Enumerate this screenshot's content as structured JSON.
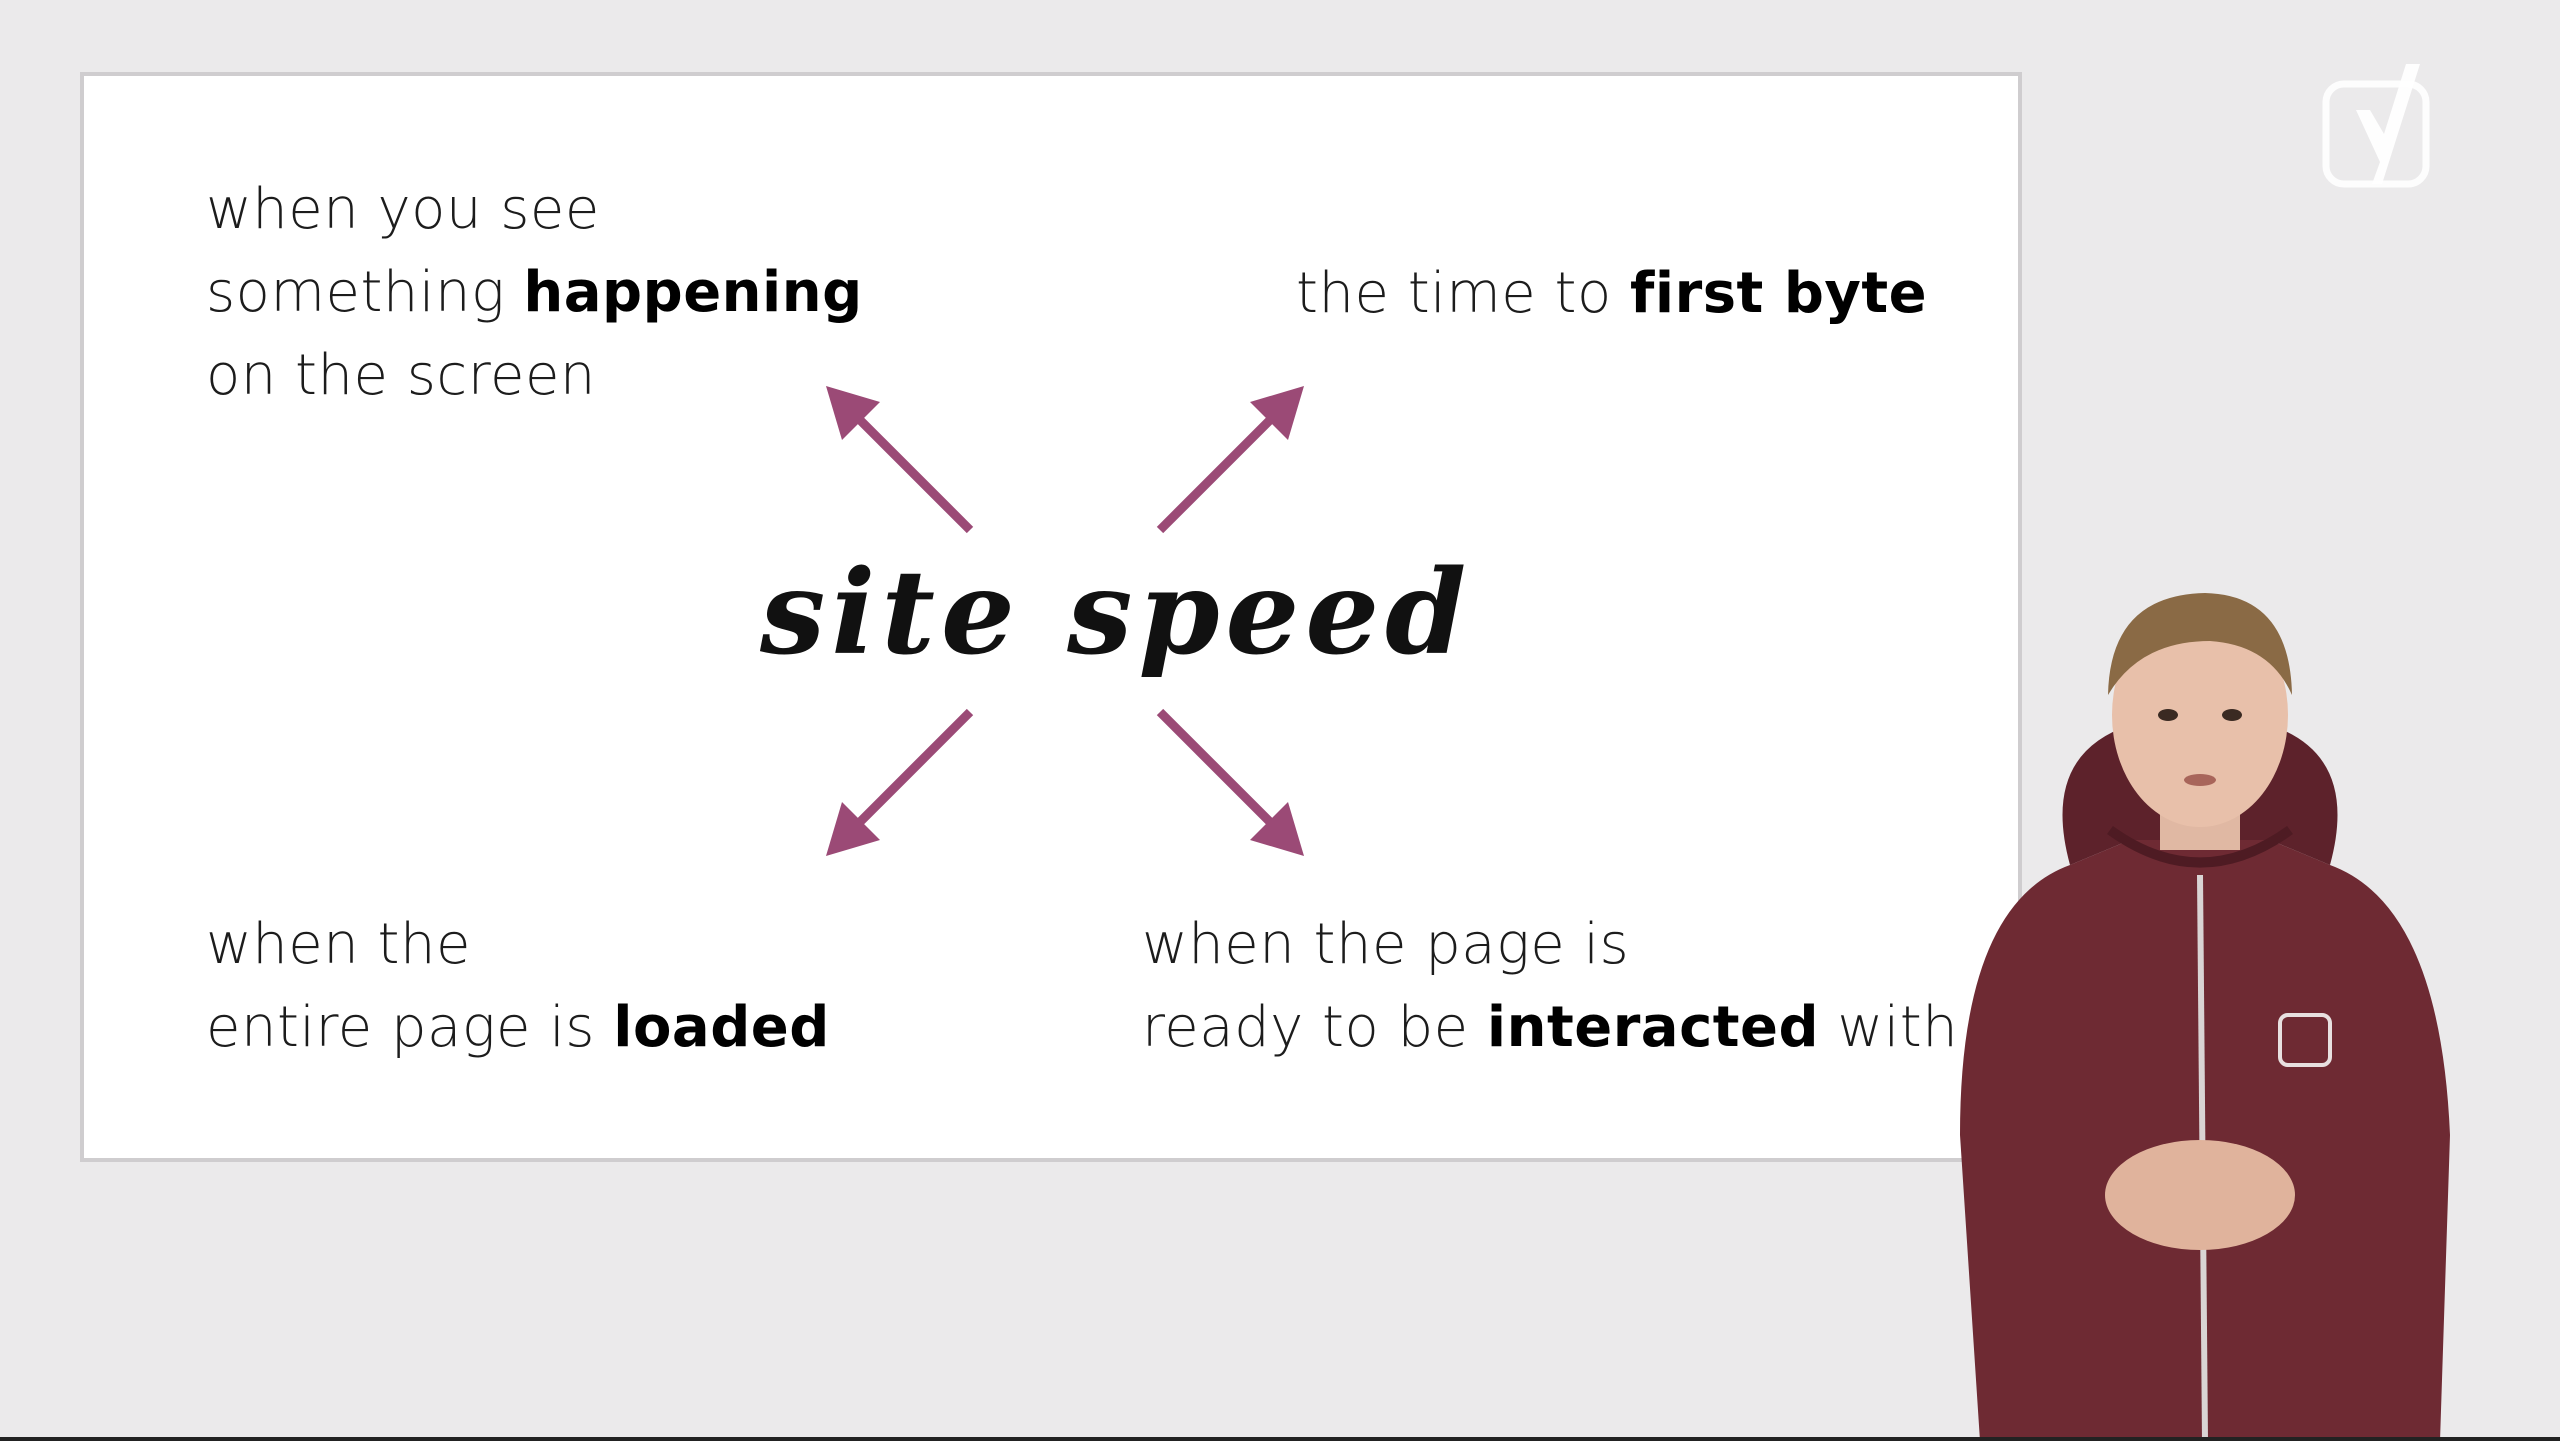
{
  "slide": {
    "title": "site speed",
    "top_left": {
      "lines": [
        {
          "pre": "when you see",
          "bold": "",
          "post": ""
        },
        {
          "pre": "something ",
          "bold": "happening",
          "post": ""
        },
        {
          "pre": "on the screen",
          "bold": "",
          "post": ""
        }
      ]
    },
    "top_right": {
      "lines": [
        {
          "pre": "the time to ",
          "bold": "first byte",
          "post": ""
        }
      ]
    },
    "bottom_left": {
      "lines": [
        {
          "pre": "when the",
          "bold": "",
          "post": ""
        },
        {
          "pre": "entire page is ",
          "bold": "loaded",
          "post": ""
        }
      ]
    },
    "bottom_right": {
      "lines": [
        {
          "pre": "when the page is",
          "bold": "",
          "post": ""
        },
        {
          "pre": "ready to be ",
          "bold": "interacted",
          "post": " with"
        }
      ]
    }
  },
  "colors": {
    "arrow": "#9b4a76",
    "background": "#ebeaeb",
    "slide": "#ffffff",
    "hoodie": "#6e2a33"
  },
  "icons": [
    "yoast-logo-icon",
    "arrow-up-left-icon",
    "arrow-up-right-icon",
    "arrow-down-left-icon",
    "arrow-down-right-icon"
  ]
}
